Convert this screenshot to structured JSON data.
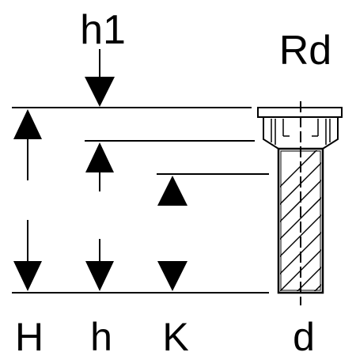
{
  "labels": {
    "top_dimension": "h1",
    "pipe_top": "Rd",
    "pipe_bottom": "d",
    "bottom_left": "H",
    "bottom_middle": "h",
    "bottom_right": "K"
  },
  "colors": {
    "ink": "#000000",
    "background": "#ffffff"
  }
}
